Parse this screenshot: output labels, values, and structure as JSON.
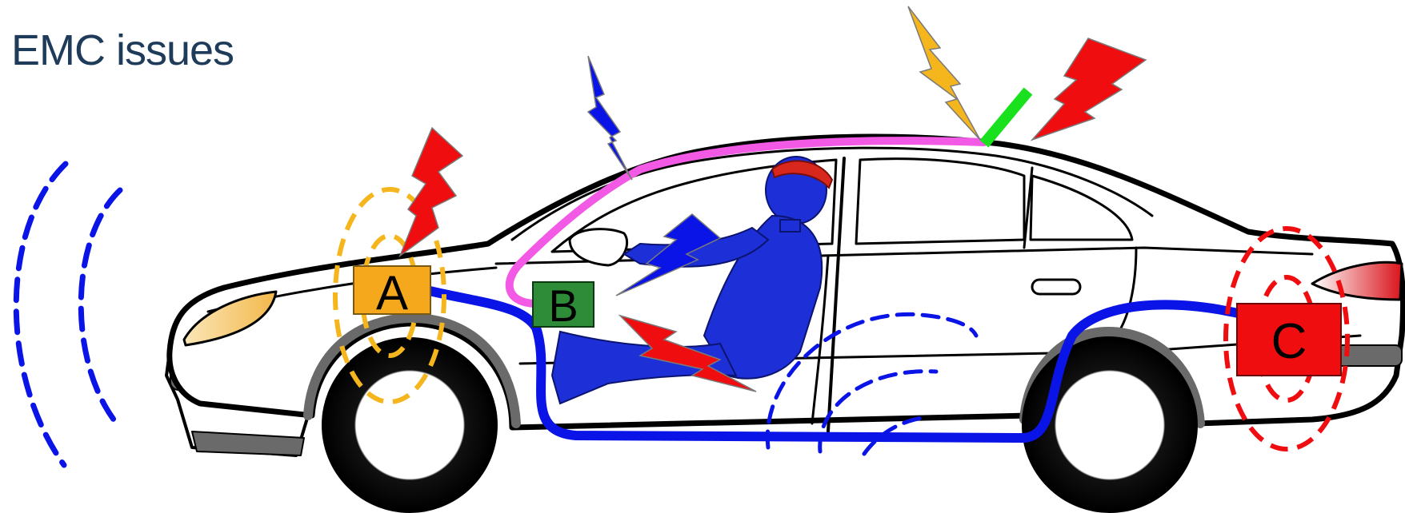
{
  "title": "EMC issues",
  "modules": [
    {
      "id": "A",
      "label": "A",
      "color": "#f5a81c"
    },
    {
      "id": "B",
      "label": "B",
      "color": "#2e8b37"
    },
    {
      "id": "C",
      "label": "C",
      "color": "#ef0d10"
    }
  ],
  "colors": {
    "title": "#1f3b5a",
    "wiring_harness": "#0a14e6",
    "roof_cable": "#f25ae6",
    "antenna": "#19e11e",
    "emission_wave": "#0a14e6",
    "zone_a_outline": "#f5b51c",
    "zone_c_outline": "#ef0d10",
    "lightning_red": "#ef0d10",
    "lightning_blue": "#0a14e6",
    "lightning_orange": "#f5b51c",
    "occupant": "#1d2fd6",
    "occupant_head": "#d8281e"
  },
  "icons": [
    "lightning-bolt-icon",
    "car-outline-icon",
    "antenna-icon",
    "radiated-emission-icon"
  ]
}
